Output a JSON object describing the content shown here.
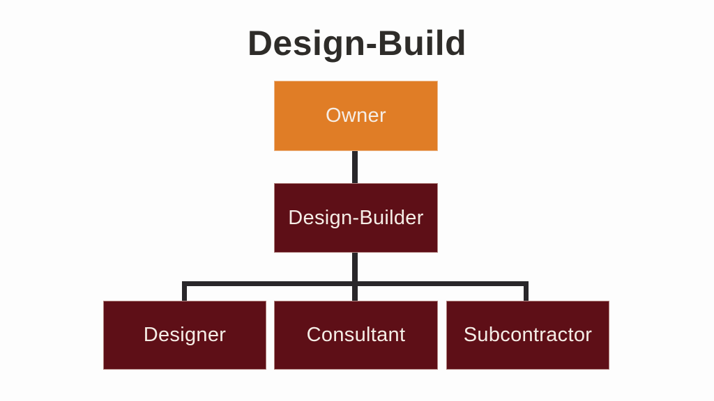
{
  "title": "Design-Build",
  "colors": {
    "background": "#fdfdfd",
    "accent_orange": "#e07d26",
    "accent_maroon": "#5e0f17",
    "connector": "#29272a",
    "node_text": "#f5ede6",
    "title_text": "#2e2c29"
  },
  "nodes": {
    "owner": "Owner",
    "design_builder": "Design-Builder",
    "designer": "Designer",
    "consultant": "Consultant",
    "subcontractor": "Subcontractor"
  },
  "hierarchy": {
    "type": "org-chart",
    "edges": [
      {
        "from": "Owner",
        "to": "Design-Builder"
      },
      {
        "from": "Design-Builder",
        "to": "Designer"
      },
      {
        "from": "Design-Builder",
        "to": "Consultant"
      },
      {
        "from": "Design-Builder",
        "to": "Subcontractor"
      }
    ],
    "node_colors": {
      "Owner": "#e07d26",
      "Design-Builder": "#5e0f17",
      "Designer": "#5e0f17",
      "Consultant": "#5e0f17",
      "Subcontractor": "#5e0f17"
    }
  }
}
